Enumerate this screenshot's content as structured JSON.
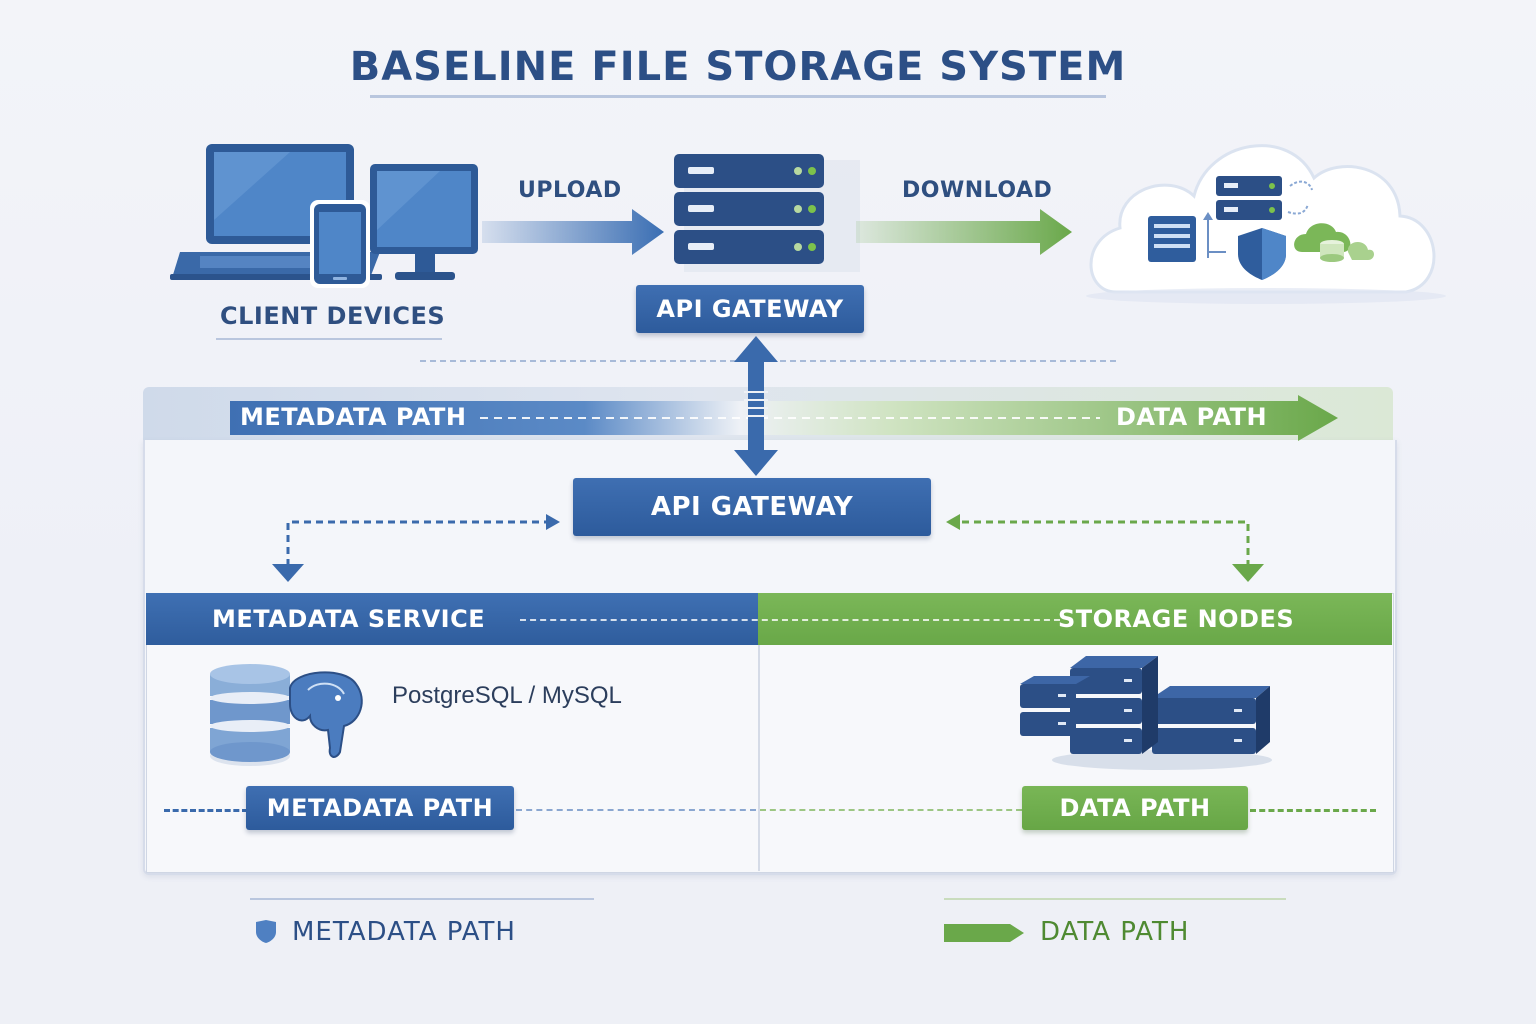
{
  "title": "BASELINE FILE STORAGE SYSTEM",
  "top_row": {
    "client_label": "CLIENT DEVICES",
    "upload_label": "UPLOAD",
    "download_label": "DOWNLOAD",
    "gateway_label": "API GATEWAY"
  },
  "band": {
    "metadata_path": "METADATA PATH",
    "data_path": "DATA PATH"
  },
  "middle": {
    "gateway_label": "API GATEWAY"
  },
  "sections": {
    "metadata_service": "METADATA SERVICE",
    "storage_nodes": "STORAGE NODES",
    "database_label": "PostgreSQL / MySQL",
    "metadata_path_badge": "METADATA PATH",
    "data_path_badge": "DATA PATH"
  },
  "legend": {
    "metadata": "METADATA PATH",
    "data": "DATA PATH"
  },
  "colors": {
    "metadata_blue": "#2f5d9d",
    "data_green": "#6aa84a",
    "title": "#2c4f86"
  }
}
